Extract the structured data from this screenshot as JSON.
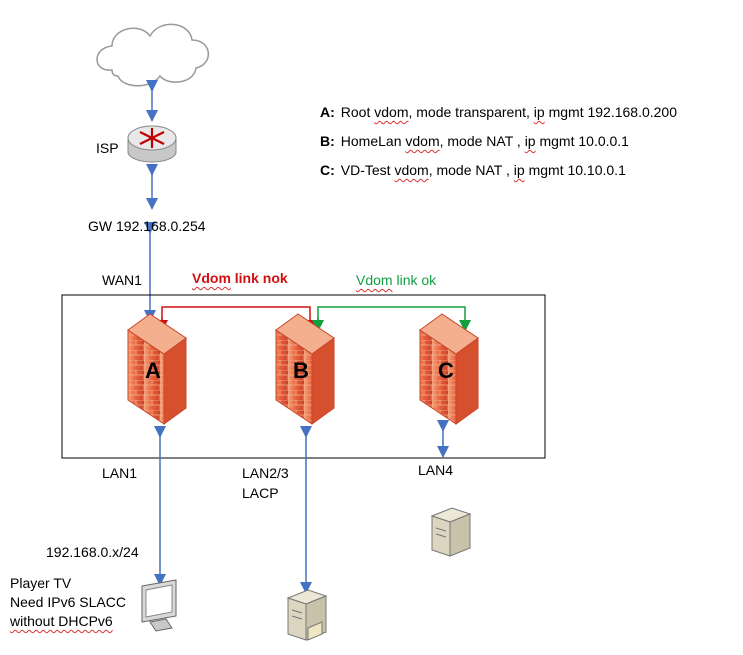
{
  "legend": [
    {
      "key": "A:",
      "pre": "Root ",
      "squig": "vdom",
      "post": ", mode transparent, ",
      "squig2": "ip",
      "post2": " mgmt 192.168.0.200"
    },
    {
      "key": "B:",
      "pre": "HomeLan ",
      "squig": "vdom",
      "post": ", mode NAT , ",
      "squig2": "ip",
      "post2": " mgmt 10.0.0.1"
    },
    {
      "key": "C:",
      "pre": "VD-Test ",
      "squig": "vdom",
      "post": ", mode NAT , ",
      "squig2": "ip",
      "post2": " mgmt 10.10.0.1"
    }
  ],
  "labels": {
    "isp": "ISP",
    "gw": "GW 192.168.0.254",
    "wan1": "WAN1",
    "lan1": "LAN1",
    "lan23_line1": "LAN2/3",
    "lan23_line2": "LACP",
    "lan4": "LAN4",
    "subnet": "192.168.0.x/24"
  },
  "vdom_links": {
    "nok_pre": "Vdom",
    "nok_post": " link nok",
    "ok_pre": "Vdom",
    "ok_post": " link ok",
    "nok_color": "#d01010",
    "ok_color": "#10a040"
  },
  "firewalls": [
    "A",
    "B",
    "C"
  ],
  "player": {
    "line1": "Player TV",
    "line2": "Need IPv6 SLACC",
    "line3": "without DHCPv6"
  },
  "colors": {
    "link": "#4472c4",
    "firewall": "#e8603c"
  }
}
